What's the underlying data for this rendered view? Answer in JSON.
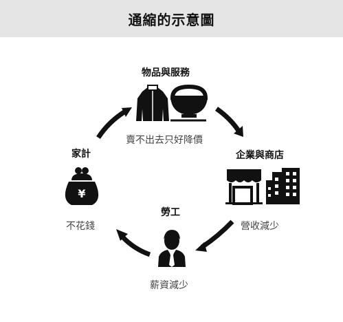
{
  "title": "通縮的示意圖",
  "nodes": {
    "goods": {
      "label": "物品與服務",
      "caption": "賣不出去只好降價"
    },
    "business": {
      "label": "企業與商店",
      "caption": "營收減少"
    },
    "labor": {
      "label": "勞工",
      "caption": "薪資減少"
    },
    "household": {
      "label": "家計",
      "caption": "不花錢",
      "purse_symbol": "¥"
    }
  },
  "colors": {
    "header_bg": "#e5e5e5",
    "ink": "#111111",
    "caption": "#444444"
  }
}
